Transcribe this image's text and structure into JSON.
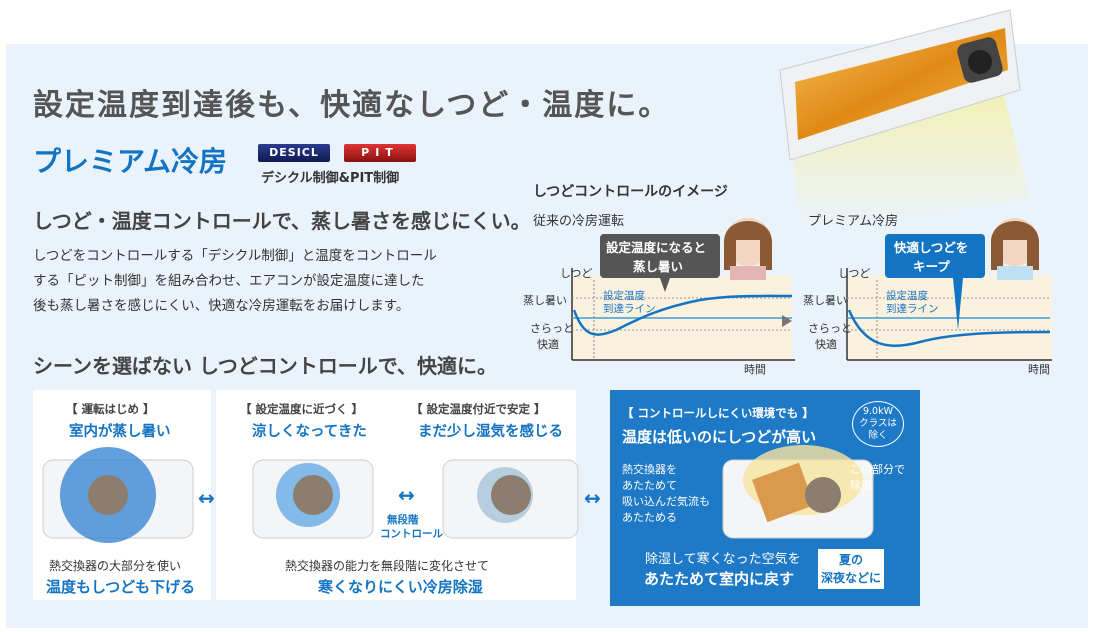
{
  "headline": "設定温度到達後も、快適なしつど・温度に。",
  "premium": {
    "title": "プレミアム冷房",
    "badge_desicl": "DESICL",
    "badge_pit": "PIT",
    "badge_caption": "デシクル制御&PIT制御"
  },
  "subheading": "しつど・温度コントロールで、蒸し暑さを感じにくい。",
  "description": [
    "しつどをコントロールする「デシクル制御」と温度をコントロール",
    "する「ピット制御」を組み合わせ、エアコンが設定温度に達した",
    "後も蒸し暑さを感じにくい、快適な冷房運転をお届けします。"
  ],
  "scene_heading": "シーンを選ばない しつどコントロールで、快適に。",
  "image_chart": {
    "title": "しつどコントロールのイメージ",
    "conventional": {
      "label": "従来の冷房運転",
      "bubble": [
        "設定温度になると",
        "蒸し暑い"
      ],
      "y_label": "しつど",
      "level_humid": "蒸し暑い",
      "level_dry": [
        "さらっと",
        "快適"
      ],
      "target_line": [
        "設定温度",
        "到達ライン"
      ],
      "x_label": "時間"
    },
    "premium": {
      "label": "プレミアム冷房",
      "bubble": [
        "快適しつどを",
        "キープ"
      ],
      "y_label": "しつど",
      "level_humid": "蒸し暑い",
      "level_dry": [
        "さらっと",
        "快適"
      ],
      "target_line": [
        "設定温度",
        "到達ライン"
      ],
      "x_label": "時間"
    }
  },
  "stages": [
    {
      "top": "【 運転はじめ 】",
      "main": "室内が蒸し暑い"
    },
    {
      "top": "【 設定温度に近づく 】",
      "main": "涼しくなってきた"
    },
    {
      "top": "【 設定温度付近で安定 】",
      "main": "まだ少し湿気を感じる"
    }
  ],
  "stage1_bottom": {
    "small": "熱交換器の大部分を使い",
    "big": "温度もしつども下げる"
  },
  "stage2_bottom": {
    "small": "熱交換器の能力を無段階に変化させて",
    "big": "寒くなりにくい冷房除湿"
  },
  "stepless": [
    "無段階",
    "コントロール"
  ],
  "hard_env": {
    "top": "【 コントロールしにくい環境でも 】",
    "main": "温度は低いのにしつどが高い",
    "class_note": [
      "9.0kW",
      "クラスは",
      "除く"
    ],
    "left_note": [
      "熱交換器を",
      "あたためて",
      "吸い込んだ気流も",
      "あたためる"
    ],
    "right_note": [
      "この部分で",
      "除湿"
    ],
    "bottom_small": "除湿して寒くなった空気を",
    "bottom_big": "あたためて室内に戻す",
    "season": [
      "夏の",
      "深夜などに"
    ]
  }
}
